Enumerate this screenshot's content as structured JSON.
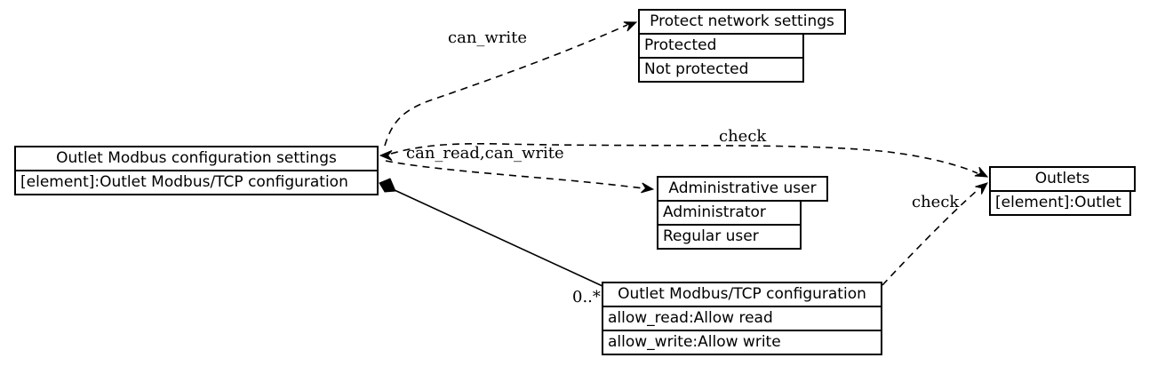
{
  "diagram": {
    "background_color": "#ffffff",
    "line_color": "#000000",
    "nodes": {
      "settings": {
        "title": "Outlet Modbus configuration settings",
        "rows": [
          "[element]:Outlet Modbus/TCP configuration"
        ]
      },
      "protect": {
        "title": "Protect network settings",
        "rows": [
          "Protected",
          "Not protected"
        ]
      },
      "admin_user": {
        "title": "Administrative user",
        "rows": [
          "Administrator",
          "Regular user"
        ]
      },
      "outlets": {
        "title": "Outlets",
        "rows": [
          "[element]:Outlet"
        ]
      },
      "modbus_config": {
        "title": "Outlet Modbus/TCP configuration",
        "rows": [
          "allow_read:Allow read",
          "allow_write:Allow write"
        ]
      }
    },
    "edge_labels": {
      "can_write": "can_write",
      "can_read_can_write": "can_read,can_write",
      "check_settings": "check",
      "check_config": "check",
      "multiplicity": "0..*"
    }
  }
}
